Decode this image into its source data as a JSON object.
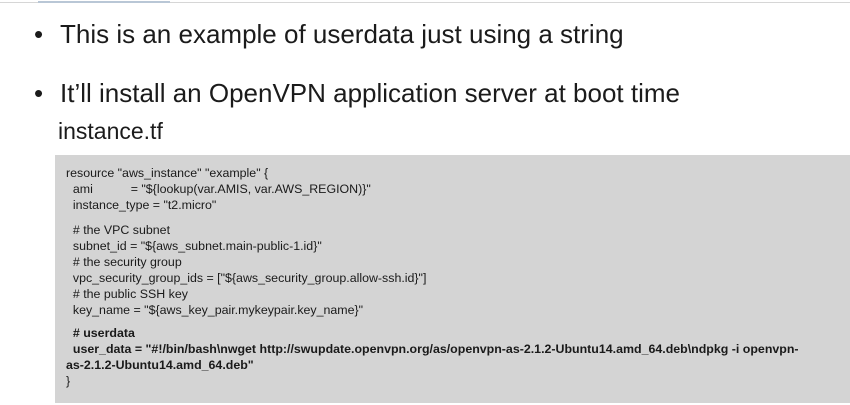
{
  "bullets": [
    "This is an example of userdata just using a string",
    "It’ll install an OpenVPN application server at boot time"
  ],
  "bullet_glyph": "•",
  "filename": "instance.tf",
  "code": {
    "lines": [
      "resource \"aws_instance\" \"example\" {",
      "  ami           = \"${lookup(var.AMIS, var.AWS_REGION)}\"",
      "  instance_type = \"t2.micro\"",
      "",
      "  # the VPC subnet",
      "  subnet_id = \"${aws_subnet.main-public-1.id}\"",
      "  # the security group",
      "  vpc_security_group_ids = [\"${aws_security_group.allow-ssh.id}\"]",
      "  # the public SSH key",
      "  key_name = \"${aws_key_pair.mykeypair.key_name}\"",
      "  # userdata",
      "  user_data = \"#!/bin/bash\\nwget http://swupdate.openvpn.org/as/openvpn-as-2.1.2-Ubuntu14.amd_64.deb\\ndpkg -i openvpn-",
      "as-2.1.2-Ubuntu14.amd_64.deb\"",
      "}"
    ]
  }
}
